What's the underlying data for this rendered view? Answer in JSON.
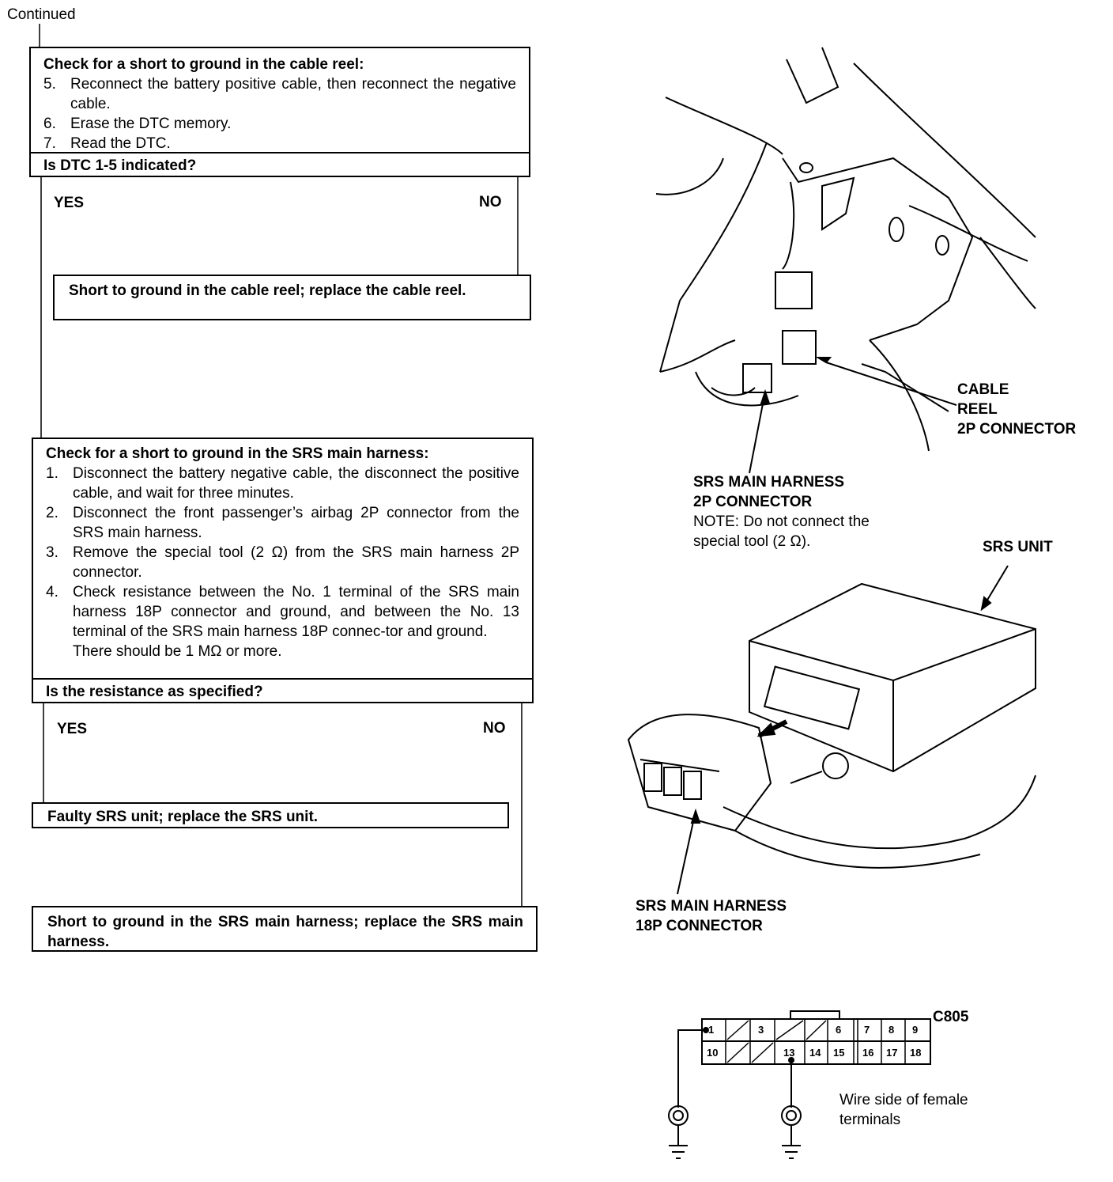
{
  "continued": "Continued",
  "step_a": {
    "heading": "Check for a short to ground in the cable reel:",
    "steps": [
      {
        "n": "5.",
        "text": "Reconnect the battery positive cable, then reconnect the negative cable."
      },
      {
        "n": "6.",
        "text": "Erase the DTC memory."
      },
      {
        "n": "7.",
        "text": "Read the DTC."
      }
    ],
    "question": "Is DTC 1-5 indicated?",
    "yes": "YES",
    "no": "NO",
    "yes_result": "Short to ground in the cable reel; replace the cable reel."
  },
  "step_b": {
    "heading": "Check for a short to ground in the SRS main harness:",
    "steps": [
      {
        "n": "1.",
        "text": "Disconnect the battery negative cable, the disconnect the positive cable, and wait for three minutes."
      },
      {
        "n": "2.",
        "text": "Disconnect the front passenger’s airbag 2P connector from the SRS main harness."
      },
      {
        "n": "3.",
        "text": "Remove the special tool (2 Ω) from the SRS main harness 2P connector."
      },
      {
        "n": "4.",
        "text": "Check resistance between the No. 1 terminal of the SRS main harness 18P connector and ground, and between the No. 13 terminal of the SRS main harness 18P connec-tor and ground."
      }
    ],
    "spec": "There should be 1 MΩ or more.",
    "question": "Is the resistance as specified?",
    "yes": "YES",
    "no": "NO",
    "yes_result": "Faulty SRS unit; replace the SRS unit.",
    "no_result": "Short to ground in the SRS main harness; replace the SRS main harness."
  },
  "figure": {
    "cable_reel_l1": "CABLE",
    "cable_reel_l2": "REEL",
    "cable_reel_l3": "2P CONNECTOR",
    "harness2p_l1": "SRS MAIN HARNESS",
    "harness2p_l2": "2P CONNECTOR",
    "note_l1": "NOTE:  Do not connect the",
    "note_l2": "special tool (2 Ω).",
    "srs_unit": "SRS UNIT",
    "harness18p_l1": "SRS MAIN HARNESS",
    "harness18p_l2": "18P CONNECTOR"
  },
  "connector": {
    "id": "C805",
    "top_row": [
      "1",
      "",
      "3",
      "",
      "",
      "6",
      "7",
      "8",
      "9"
    ],
    "bottom_row": [
      "10",
      "",
      "",
      "13",
      "14",
      "15",
      "16",
      "17",
      "18"
    ],
    "caption_l1": "Wire side of female",
    "caption_l2": "terminals"
  }
}
